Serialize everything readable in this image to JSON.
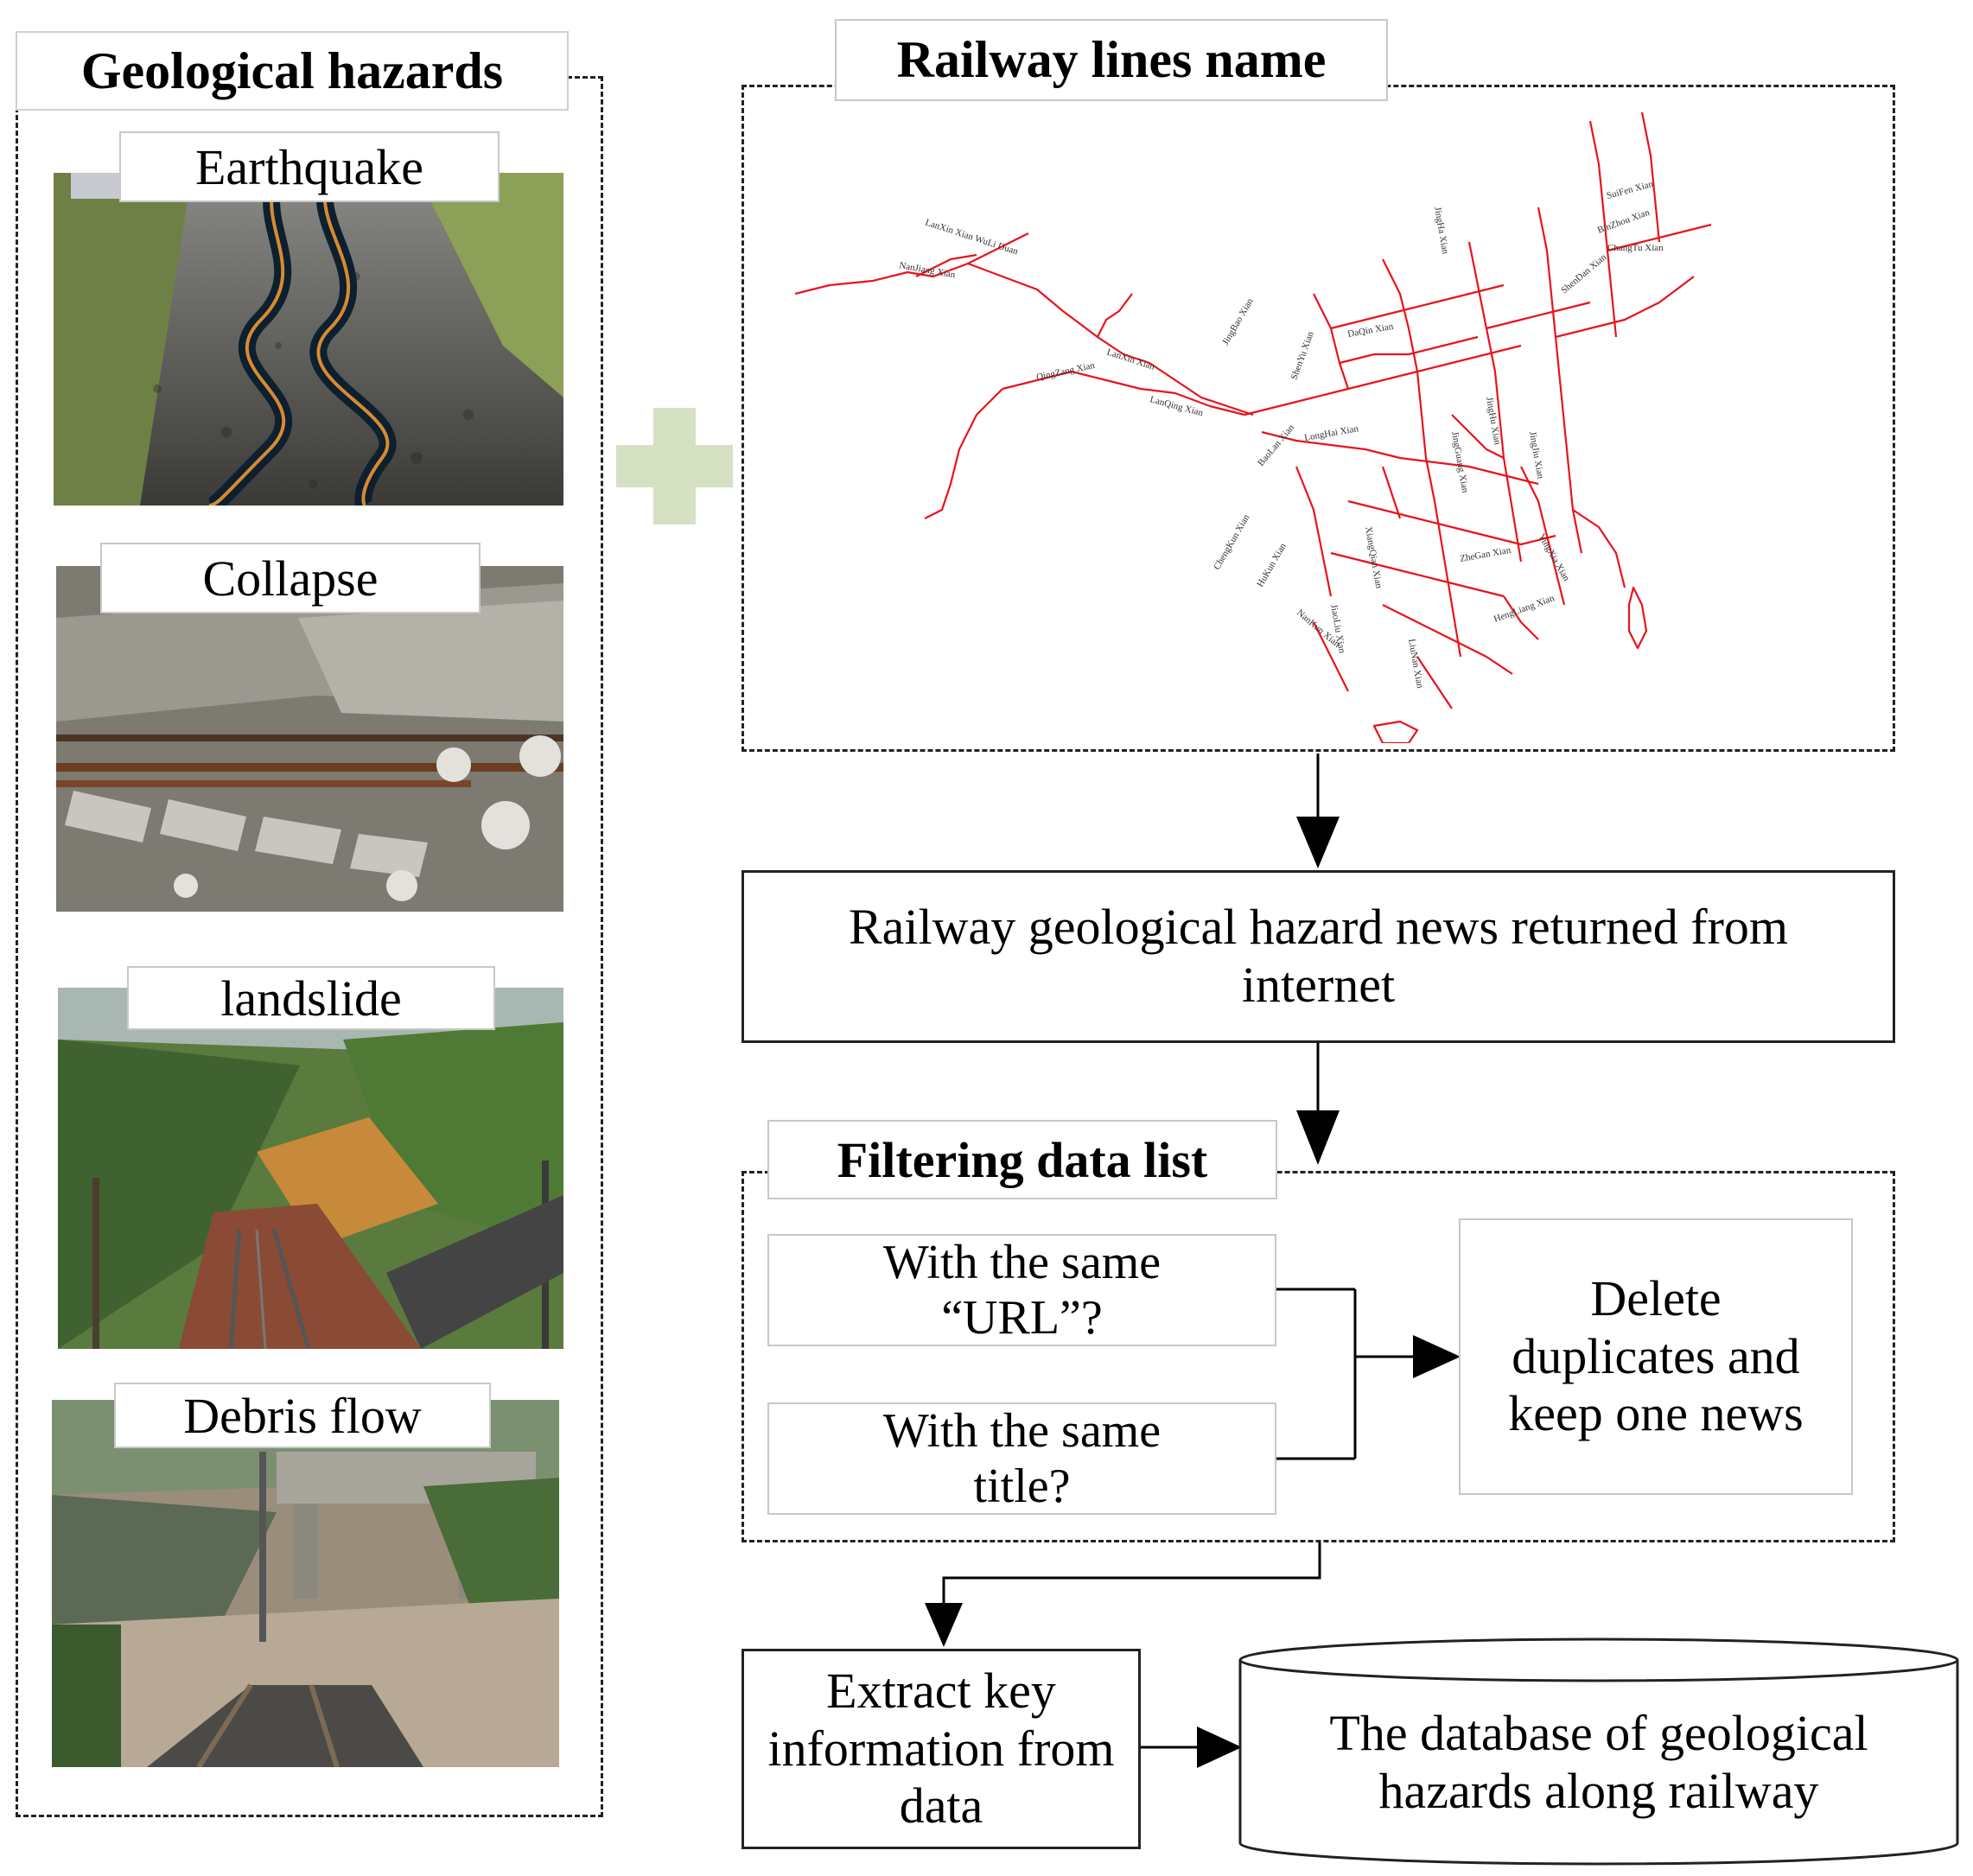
{
  "left_panel": {
    "title": "Geological hazards",
    "hazards": [
      {
        "label": "Earthquake"
      },
      {
        "label": "Collapse"
      },
      {
        "label": "landslide"
      },
      {
        "label": "Debris flow"
      }
    ]
  },
  "map_panel": {
    "title": "Railway lines name",
    "line_labels": [
      "LanXin Xian WuLi Duan",
      "NanJiang Xian",
      "LanXin Xian",
      "QingZang Xian",
      "LanQing Xian",
      "JingBao Xian",
      "BaoLan Xian",
      "LongHai Xian",
      "ShenYu Xian",
      "DaQin Xian",
      "JingHa Xian",
      "BinZhou Xian",
      "ChangTu Xian",
      "ShenDan Xian",
      "SuiFen Xian",
      "JingHu Xian",
      "JingGuang Xian",
      "JingJiu Xian",
      "XiangQian Xian",
      "ChengKun Xian",
      "HuKun Xian",
      "ZheGan Xian",
      "NanKun Xian",
      "LiuNan Xian",
      "JiaoLiu Xian",
      "YingXia Xian",
      "HengLiang Xian"
    ]
  },
  "colors": {
    "railway": "#e8141b",
    "plus": "#d6e0c3",
    "border": "#222222",
    "tag_border": "#c8c8c8"
  },
  "flow": {
    "news_box": "Railway geological hazard news returned from internet",
    "filter_title": "Filtering data list",
    "same_url": "With the same “URL”?",
    "same_title": "With the same title?",
    "delete_dup": "Delete duplicates and keep one news",
    "extract": "Extract key information from data",
    "database": "The database of geological hazards along railway"
  }
}
